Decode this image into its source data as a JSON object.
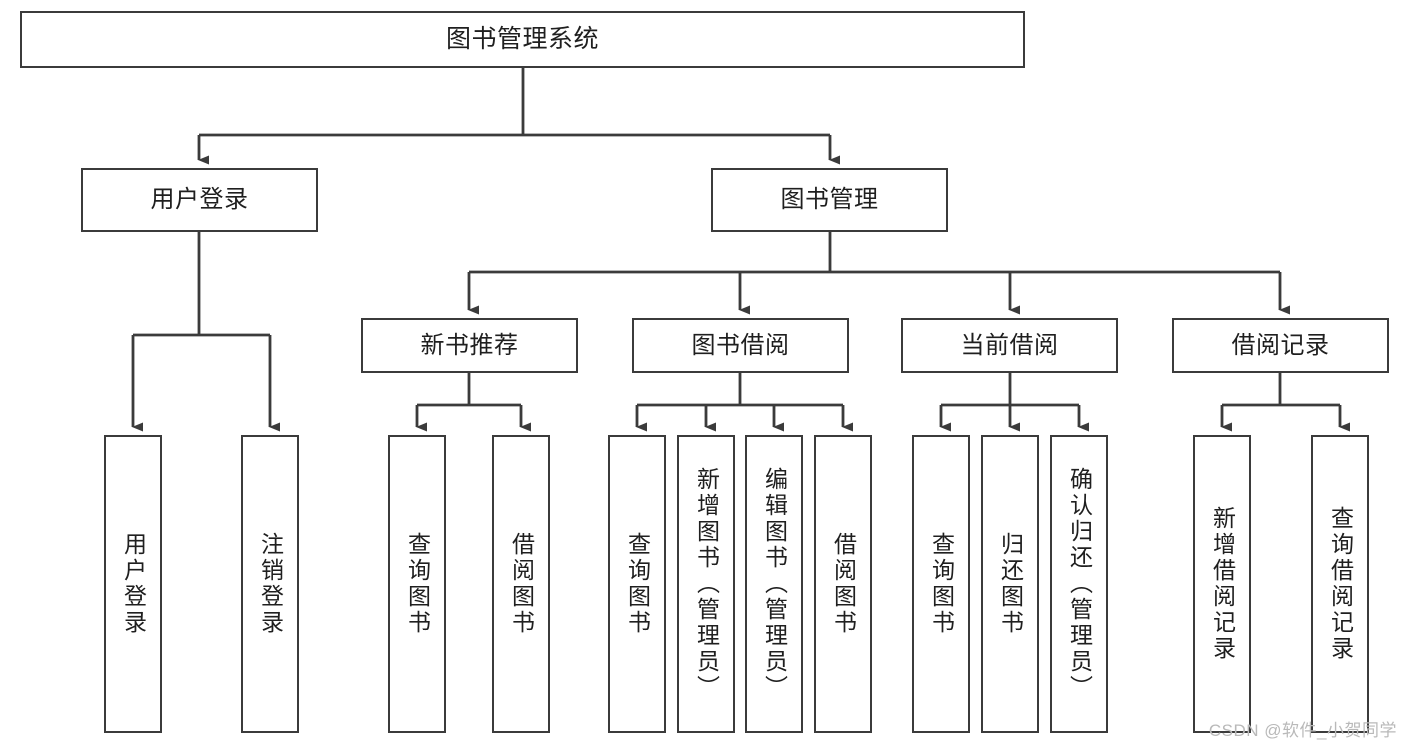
{
  "diagram": {
    "title": "图书管理系统",
    "type": "hierarchy-tree",
    "watermark": "CSDN @软件_小贺同学",
    "colors": {
      "box_border": "#3b3b3b",
      "box_fill": "#ffffff",
      "connector": "#3b3b3b",
      "text": "#1f1f1f",
      "watermark": "#b9b9b9",
      "background": "#ffffff"
    },
    "root": {
      "label": "图书管理系统"
    },
    "level2": [
      {
        "label": "用户登录"
      },
      {
        "label": "图书管理"
      }
    ],
    "level3": [
      {
        "label": "新书推荐"
      },
      {
        "label": "图书借阅"
      },
      {
        "label": "当前借阅"
      },
      {
        "label": "借阅记录"
      }
    ],
    "leaves": {
      "user_login": [
        {
          "label": "用户登录"
        },
        {
          "label": "注销登录"
        }
      ],
      "new_book_recommend": [
        {
          "label": "查询图书"
        },
        {
          "label": "借阅图书"
        }
      ],
      "book_borrow": [
        {
          "label": "查询图书"
        },
        {
          "label": "新增图书（管理员）"
        },
        {
          "label": "编辑图书（管理员）"
        },
        {
          "label": "借阅图书"
        }
      ],
      "current_borrow": [
        {
          "label": "查询图书"
        },
        {
          "label": "归还图书"
        },
        {
          "label": "确认归还（管理员）"
        }
      ],
      "borrow_record": [
        {
          "label": "新增借阅记录"
        },
        {
          "label": "查询借阅记录"
        }
      ]
    }
  }
}
